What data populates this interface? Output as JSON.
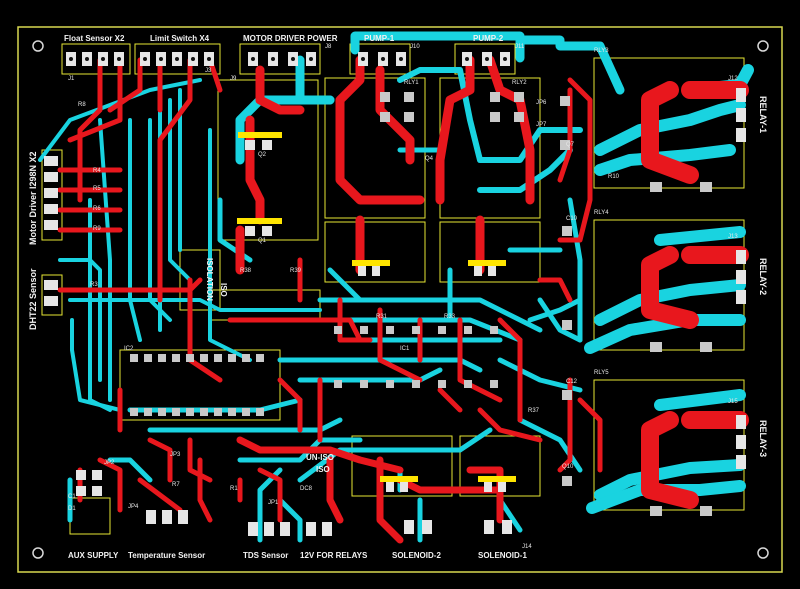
{
  "colors": {
    "background": "#000000",
    "top_copper": "#e8171d",
    "bottom_copper": "#19d3e0",
    "silkscreen": "#e6e633",
    "pad": "#c9c9c9"
  },
  "connectors": {
    "float_sensor": "Float Sensor X2",
    "limit_switch": "Limit Switch X4",
    "motor_driver_power": "MOTOR DRIVER POWER",
    "pump1": "PUMP-1",
    "pump2": "PUMP-2",
    "motor_driver": "Motor Driver l298N X2",
    "dht22": "DHT22 Sensor",
    "relay1": "RELAY-1",
    "relay2": "RELAY-2",
    "relay3": "RELAY-3",
    "aux_supply": "AUX SUPPLY",
    "temperature_sensor": "Temperature Sensor",
    "tds_sensor": "TDS Sensor",
    "relays_12v": "12V FOR RELAYS",
    "solenoid2": "SOLENOID-2",
    "solenoid1": "SOLENOID-1",
    "iso": "ISO",
    "un_iso": "UN-ISO",
    "iso2": "ISO",
    "isolation": "ISOLATION"
  },
  "refs": {
    "j1": "J1",
    "j3": "J3",
    "j8": "J8",
    "j9": "J9",
    "j10": "J10",
    "j11": "J11",
    "j12": "J12",
    "j13": "J13",
    "j14": "J14",
    "j15": "J15",
    "rly1": "RLY1",
    "rly2": "RLY2",
    "rly3": "RLY3",
    "rly4": "RLY4",
    "rly5": "RLY5",
    "q1": "Q1",
    "q2": "Q2",
    "q4": "Q4",
    "q7": "Q7",
    "q10": "Q10",
    "r1": "R1",
    "r3": "R3",
    "r4": "R4",
    "r5": "R5",
    "r6": "R6",
    "r7": "R7",
    "r8": "R8",
    "r9": "R9",
    "r10": "R10",
    "r31": "R31",
    "r33": "R33",
    "r37": "R37",
    "r38": "R38",
    "r39": "R39",
    "c1": "C1",
    "c10": "C10",
    "c12": "C12",
    "d1": "D1",
    "dc8": "DC8",
    "jp1": "JP1",
    "jp2": "JP2",
    "jp3": "JP3",
    "jp4": "JP4",
    "jp6": "JP6",
    "jp7": "JP7",
    "ic1": "IC1",
    "ic2": "IC2"
  }
}
